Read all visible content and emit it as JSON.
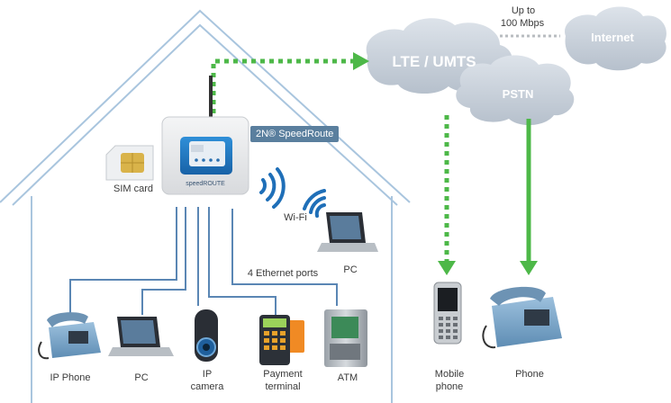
{
  "clouds": {
    "lte": "LTE / UMTS",
    "pstn": "PSTN",
    "internet": "Internet"
  },
  "internet_speed": {
    "line1": "Up to",
    "line2": "100 Mbps"
  },
  "router": {
    "name": "2N® SpeedRoute",
    "body_brand": "speedROUTE"
  },
  "labels": {
    "sim_card": "SIM card",
    "wifi": "Wi-Fi",
    "pc_wifi": "PC",
    "ethernet_ports": "4 Ethernet ports",
    "ip_phone": "IP Phone",
    "pc_wired": "PC",
    "ip_camera_line1": "IP",
    "ip_camera_line2": "camera",
    "payment_line1": "Payment",
    "payment_line2": "terminal",
    "atm": "ATM",
    "mobile_line1": "Mobile",
    "mobile_line2": "phone",
    "phone": "Phone"
  },
  "colors": {
    "accent_green": "#4db848",
    "house_outline": "#a9c5de",
    "cloud": "#c5ced8",
    "ethernet_line": "#5a86b4",
    "badge": "#5a7f9e"
  },
  "icons": [
    "router-icon",
    "sim-card-icon",
    "wifi-icon",
    "laptop-icon",
    "ip-phone-icon",
    "ip-camera-icon",
    "payment-terminal-icon",
    "atm-icon",
    "mobile-phone-icon",
    "desk-phone-icon",
    "cloud-icon"
  ]
}
